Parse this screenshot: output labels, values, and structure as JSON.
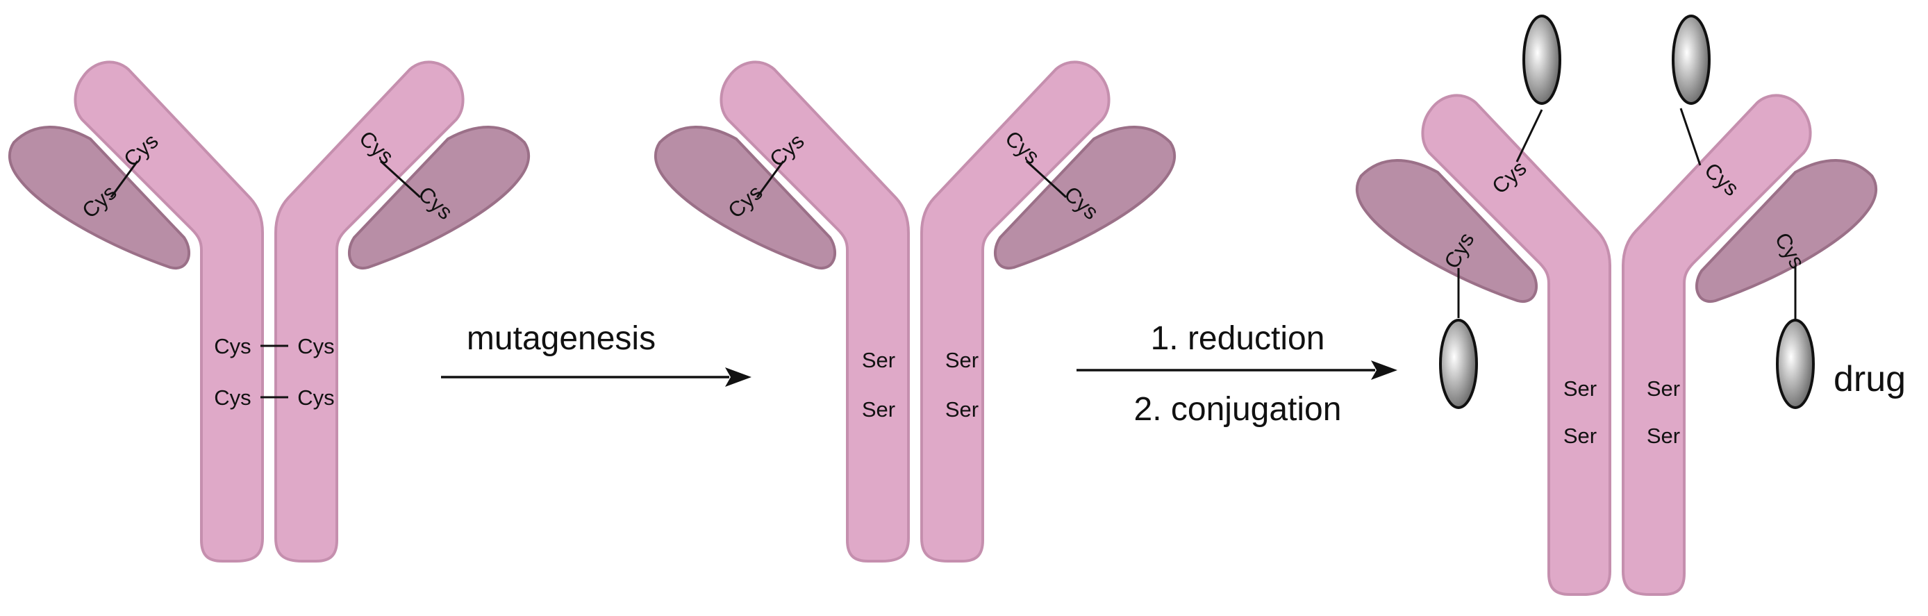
{
  "colors": {
    "heavy_chain": "#dfa9c8",
    "heavy_chain_shadow": "#c58fae",
    "light_chain": "#b88ea6",
    "light_chain_shadow": "#9b7088",
    "drug_light": "#ffffff",
    "drug_dark": "#5a5a5a",
    "line": "#111111"
  },
  "steps": {
    "mutagenesis": "mutagenesis",
    "step1": "1. reduction",
    "step2": "2. conjugation"
  },
  "residues": {
    "cys": "Cys",
    "ser": "Ser"
  },
  "drug_label": "drug"
}
